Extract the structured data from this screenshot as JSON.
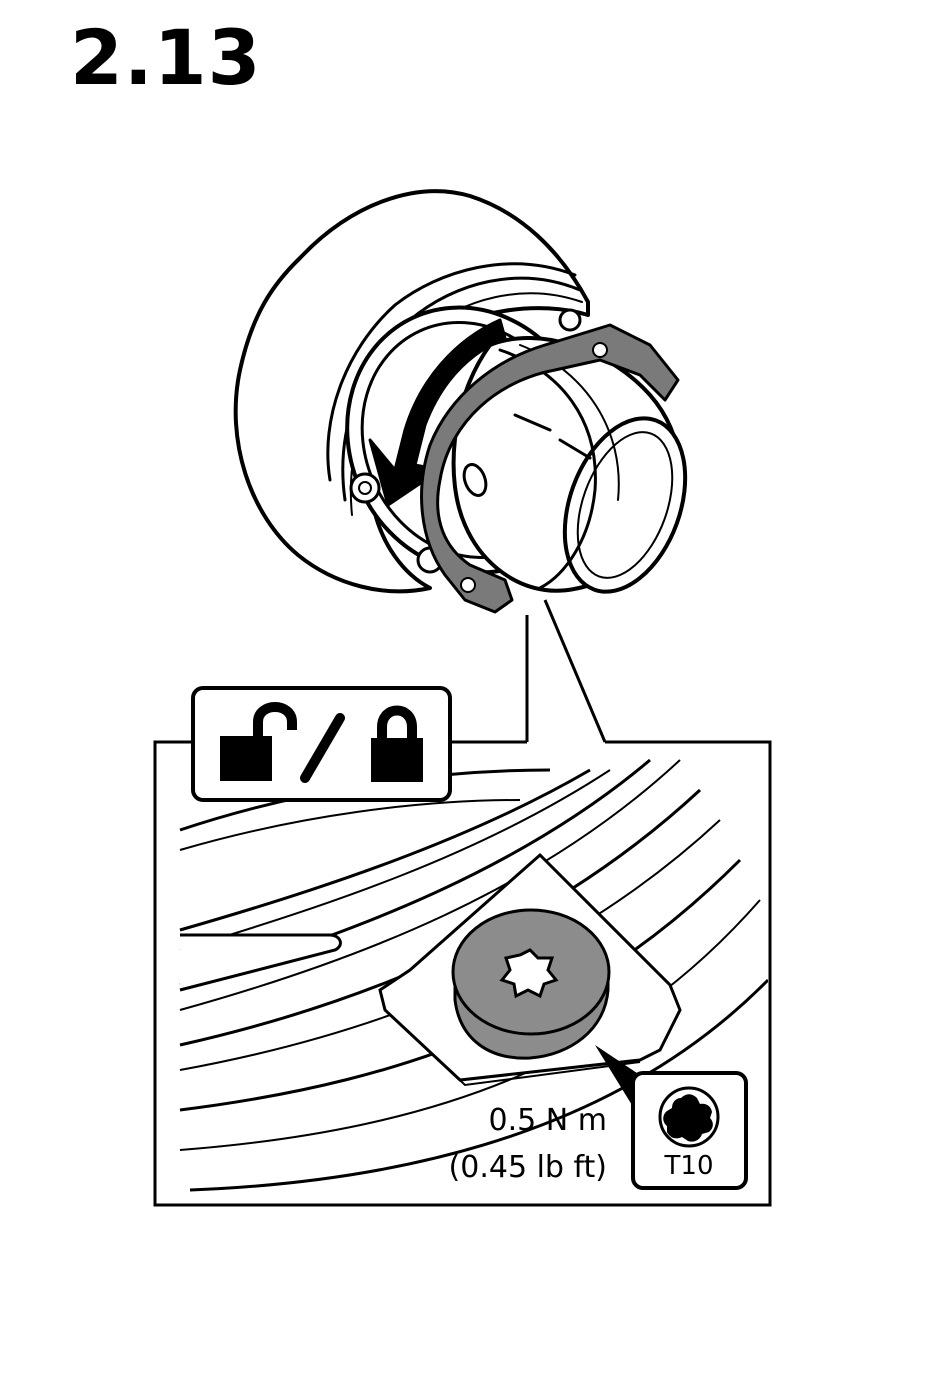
{
  "step": {
    "number": "2.13"
  },
  "icons": {
    "lock_toggle": [
      "unlock-icon",
      "slash-icon",
      "lock-icon"
    ],
    "tool": "torx-icon"
  },
  "torque": {
    "metric": "0.5 N m",
    "imperial": "(0.45 lb ft)"
  },
  "tool": {
    "label": "T10"
  },
  "colors": {
    "line": "#000000",
    "screw_fill": "#8c8c8c",
    "bracket_fill": "#7a7a7a",
    "background": "#ffffff"
  }
}
